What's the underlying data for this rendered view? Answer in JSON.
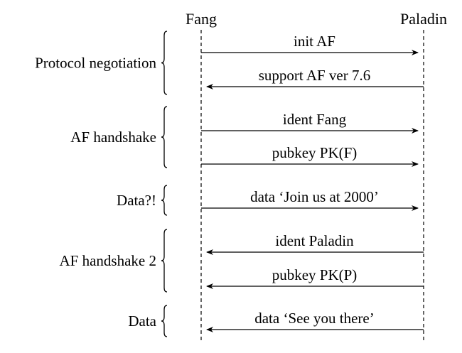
{
  "participants": {
    "left": "Fang",
    "right": "Paladin"
  },
  "groups": [
    {
      "label": "Protocol negotiation",
      "messages": [
        {
          "text": "init AF",
          "direction": "right"
        },
        {
          "text": "support AF ver 7.6",
          "direction": "left"
        }
      ]
    },
    {
      "label": "AF handshake",
      "messages": [
        {
          "text": "ident Fang",
          "direction": "right"
        },
        {
          "text": "pubkey PK(F)",
          "direction": "right"
        }
      ]
    },
    {
      "label": "Data?!",
      "messages": [
        {
          "text": "data ‘Join us at 2000’",
          "direction": "right"
        }
      ]
    },
    {
      "label": "AF handshake 2",
      "messages": [
        {
          "text": "ident Paladin",
          "direction": "left"
        },
        {
          "text": "pubkey PK(P)",
          "direction": "left"
        }
      ]
    },
    {
      "label": "Data",
      "messages": [
        {
          "text": "data ‘See you there’",
          "direction": "left"
        }
      ]
    }
  ]
}
